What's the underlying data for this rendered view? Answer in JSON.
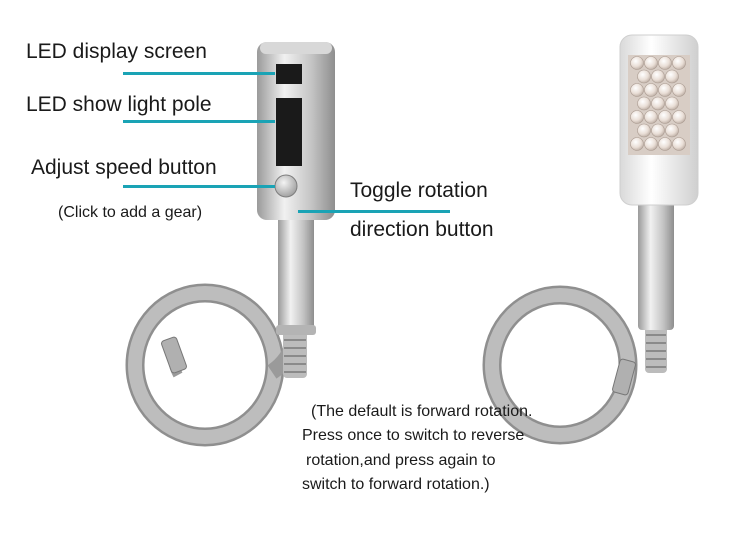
{
  "labels": {
    "display_screen": "LED display screen",
    "light_pole": "LED show light pole",
    "speed_button": "Adjust speed button",
    "speed_hint": "(Click to add a gear)",
    "toggle_line1": "Toggle rotation",
    "toggle_line2": "direction button"
  },
  "note": {
    "line1": "(The default is forward rotation.",
    "line2": "Press once to switch to reverse",
    "line3": "rotation,and press again to",
    "line4": "switch to forward rotation.)"
  },
  "colors": {
    "leader_line": "#1aa3b5",
    "handle_metal": "#c9c9c9",
    "cable": "#a8a8a8",
    "led_panel": "#efe7e0"
  },
  "icons": {
    "left_device": "handheld-device-back-view-icon",
    "right_device": "handheld-device-led-front-view-icon"
  }
}
